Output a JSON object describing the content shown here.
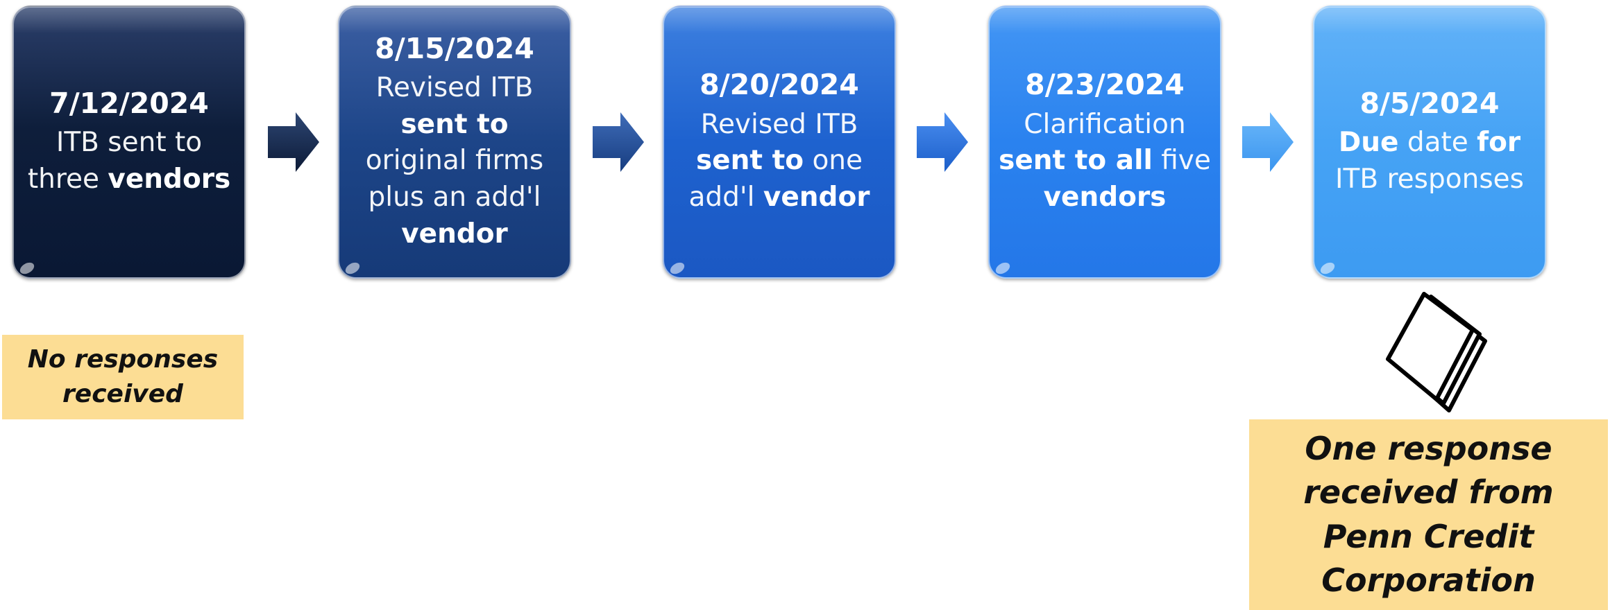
{
  "steps": [
    {
      "date": "7/12/2024",
      "lines": [
        [
          {
            "t": "ITB sent to",
            "b": false
          }
        ],
        [
          {
            "t": "three ",
            "b": false
          },
          {
            "t": "vendors",
            "b": true
          }
        ]
      ]
    },
    {
      "date": "8/15/2024",
      "lines": [
        [
          {
            "t": "Revised ITB",
            "b": false
          }
        ],
        [
          {
            "t": "sent to",
            "b": true
          }
        ],
        [
          {
            "t": "original firms",
            "b": false
          }
        ],
        [
          {
            "t": "plus an add'l",
            "b": false
          }
        ],
        [
          {
            "t": "vendor",
            "b": true
          }
        ]
      ]
    },
    {
      "date": "8/20/2024",
      "lines": [
        [
          {
            "t": "Revised ITB",
            "b": false
          }
        ],
        [
          {
            "t": "sent to",
            "b": true
          },
          {
            "t": " one",
            "b": false
          }
        ],
        [
          {
            "t": "add'l ",
            "b": false
          },
          {
            "t": "vendor",
            "b": true
          }
        ]
      ]
    },
    {
      "date": "8/23/2024",
      "lines": [
        [
          {
            "t": "Clarification",
            "b": false
          }
        ],
        [
          {
            "t": "sent to all",
            "b": true
          },
          {
            "t": " five",
            "b": false
          }
        ],
        [
          {
            "t": "vendors",
            "b": true
          }
        ]
      ]
    },
    {
      "date": "8/5/2024",
      "lines": [
        [
          {
            "t": "Due",
            "b": true
          },
          {
            "t": " date ",
            "b": false
          },
          {
            "t": "for",
            "b": true
          }
        ],
        [
          {
            "t": "ITB responses",
            "b": false
          }
        ]
      ]
    }
  ],
  "notes": {
    "first": [
      "No responses",
      "received"
    ],
    "last": [
      "One response",
      "received from",
      "Penn Credit",
      "Corporation"
    ]
  },
  "colors": {
    "step_1": "#0e1e3b",
    "step_2": "#1d4588",
    "step_3": "#1e62cf",
    "step_4": "#2a82ef",
    "step_5": "#46a3f5",
    "note_fill": "#fcdd94"
  }
}
